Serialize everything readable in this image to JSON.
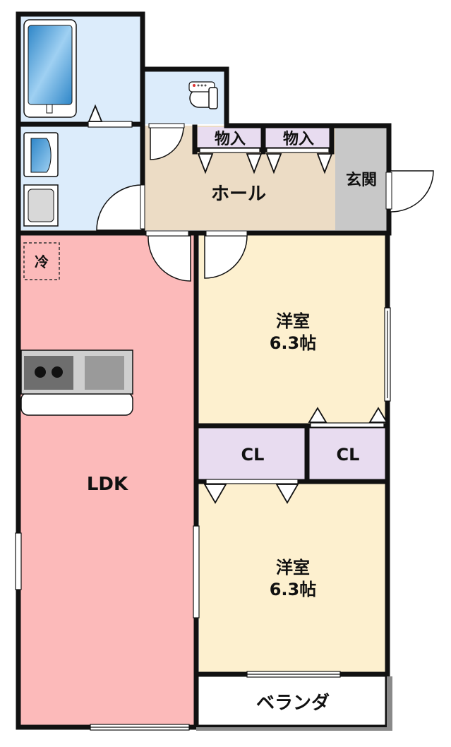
{
  "rooms": {
    "storage_1": "物入",
    "storage_2": "物入",
    "hall": "ホール",
    "entrance": "玄関",
    "fridge": "冷",
    "bedroom_top_name": "洋室",
    "bedroom_top_size": "6.3帖",
    "closet_left": "CL",
    "closet_right": "CL",
    "ldk": "LDK",
    "bedroom_bottom_name": "洋室",
    "bedroom_bottom_size": "6.3帖",
    "balcony": "ベランダ"
  },
  "colors": {
    "wall": "#111111",
    "wet_area": "#dcecfb",
    "hall": "#ecdcc5",
    "entrance": "#c8c8c8",
    "closet": "#e8dcf0",
    "bedroom": "#fdf0cf",
    "ldk": "#fcbaba",
    "balcony": "#ffffff"
  },
  "icons": [
    "bathtub-icon",
    "toilet-icon",
    "washbasin-icon",
    "washing-machine-icon",
    "stove-icon",
    "sink-icon"
  ]
}
